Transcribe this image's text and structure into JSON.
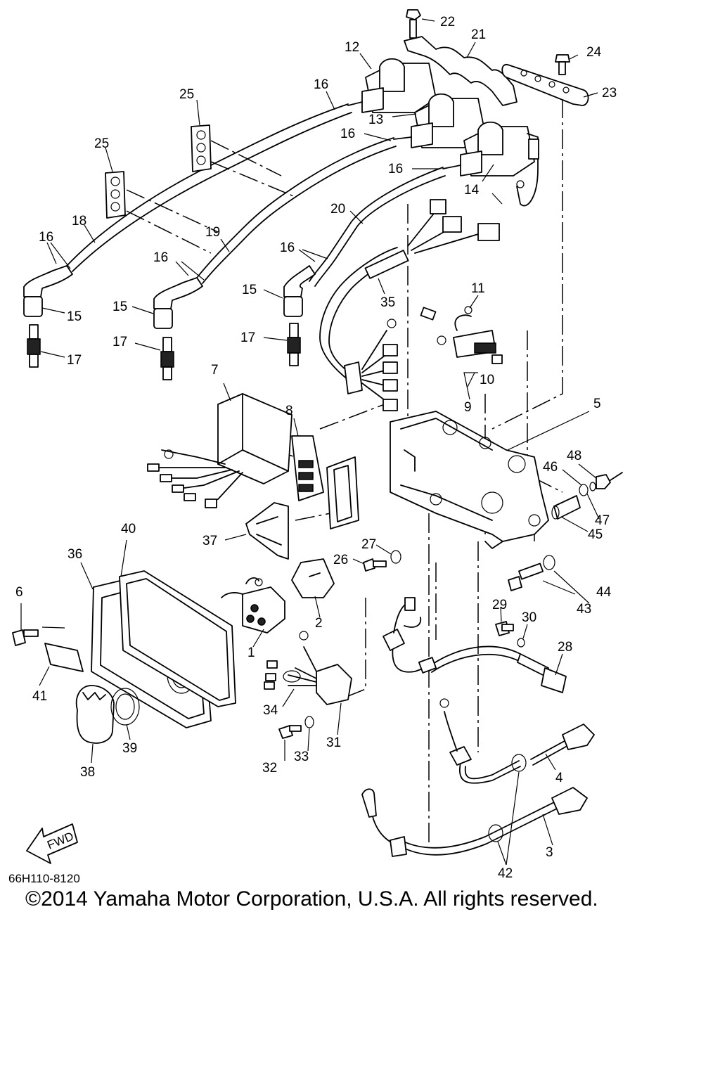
{
  "diagram_code": "66H110-8120",
  "copyright": "©2014 Yamaha Motor Corporation, U.S.A. All rights reserved.",
  "direction_arrow": "FWD",
  "callouts": {
    "c1": "1",
    "c2": "2",
    "c3": "3",
    "c4": "4",
    "c5": "5",
    "c6": "6",
    "c7": "7",
    "c8": "8",
    "c9": "9",
    "c10": "10",
    "c11": "11",
    "c12": "12",
    "c13": "13",
    "c14": "14",
    "c15a": "15",
    "c15b": "15",
    "c15c": "15",
    "c16a": "16",
    "c16b": "16",
    "c16c": "16",
    "c16d": "16",
    "c16e": "16",
    "c16f": "16",
    "c17a": "17",
    "c17b": "17",
    "c17c": "17",
    "c18": "18",
    "c19": "19",
    "c20": "20",
    "c21": "21",
    "c22": "22",
    "c23": "23",
    "c24": "24",
    "c25a": "25",
    "c25b": "25",
    "c26": "26",
    "c27": "27",
    "c28": "28",
    "c29": "29",
    "c30": "30",
    "c31": "31",
    "c32": "32",
    "c33": "33",
    "c34": "34",
    "c35": "35",
    "c36": "36",
    "c37": "37",
    "c38": "38",
    "c39": "39",
    "c40": "40",
    "c41": "41",
    "c42": "42",
    "c43": "43",
    "c44": "44",
    "c45": "45",
    "c46": "46",
    "c47": "47",
    "c48": "48"
  }
}
